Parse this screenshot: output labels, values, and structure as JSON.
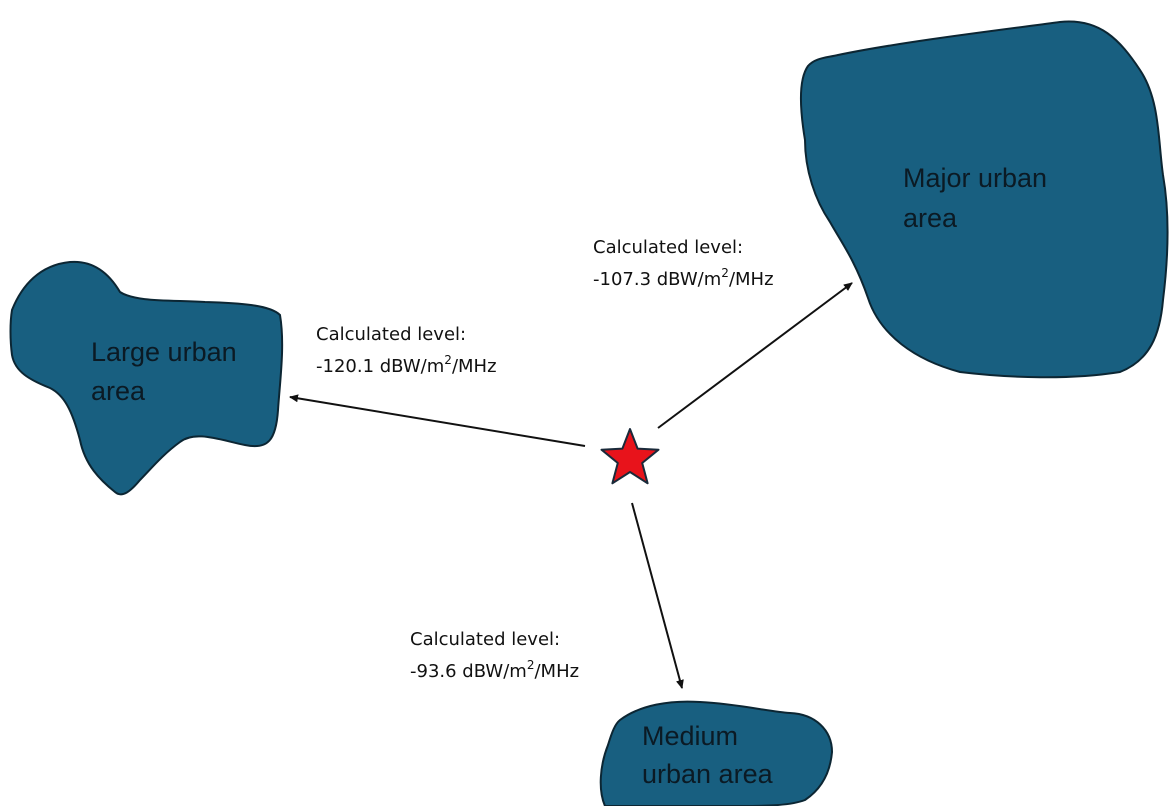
{
  "areas": {
    "major": {
      "line1": "Major urban",
      "line2": "area"
    },
    "large": {
      "line1": "Large urban",
      "line2": "area"
    },
    "medium": {
      "line1": "Medium",
      "line2": "urban area"
    }
  },
  "levels": {
    "major": {
      "heading": "Calculated level:",
      "value": "-107.3",
      "unit_a": " dBW/m",
      "sup": "2",
      "unit_b": "/MHz"
    },
    "large": {
      "heading": "Calculated level:",
      "value": "-120.1",
      "unit_a": " dBW/m",
      "sup": "2",
      "unit_b": "/MHz"
    },
    "medium": {
      "heading": "Calculated level:",
      "value": "-93.6",
      "unit_a": " dBW/m",
      "sup": "2",
      "unit_b": "/MHz"
    }
  },
  "colors": {
    "area_fill": "#185f80",
    "area_stroke": "#0c2633",
    "star_fill": "#e8131b",
    "star_stroke": "#1a2a3a",
    "arrow": "#111111"
  }
}
